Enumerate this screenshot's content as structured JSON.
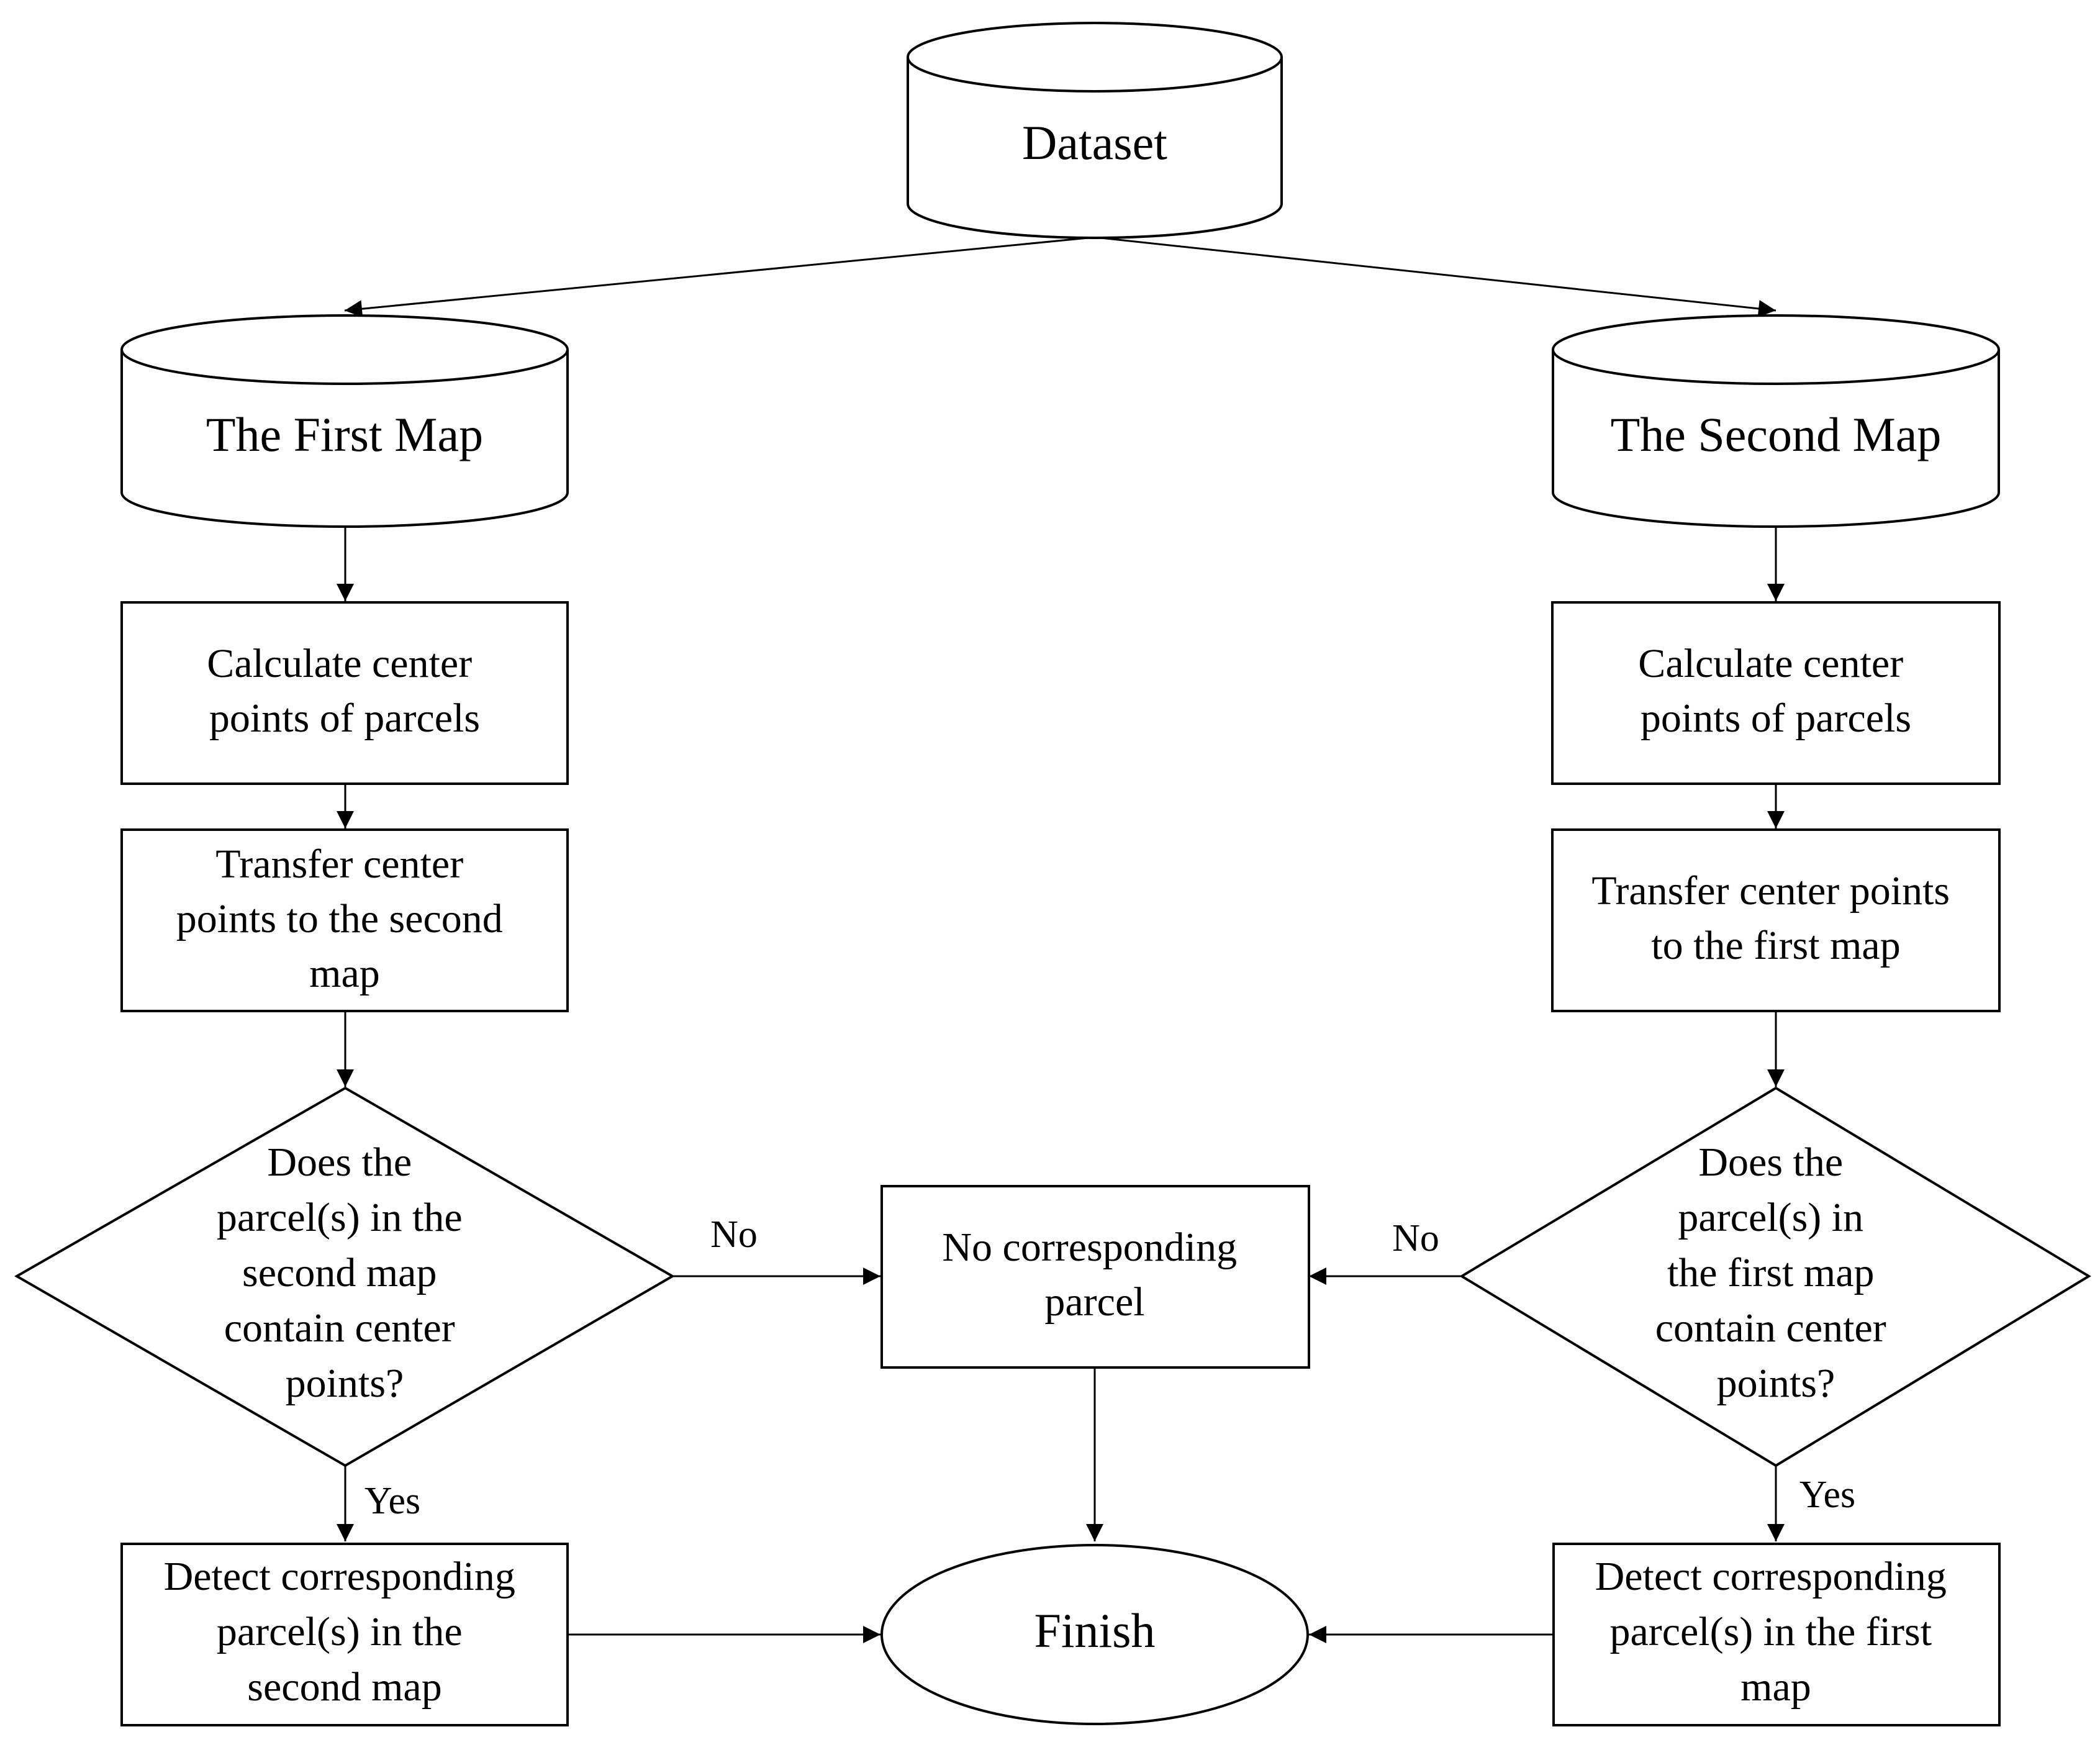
{
  "nodes": {
    "dataset": {
      "lines": [
        "Dataset"
      ]
    },
    "first_map": {
      "lines": [
        "The First Map"
      ]
    },
    "second_map": {
      "lines": [
        "The Second Map"
      ]
    },
    "calc_left": {
      "lines": [
        "Calculate center",
        "points of parcels"
      ]
    },
    "calc_right": {
      "lines": [
        "Calculate center",
        "points of parcels"
      ]
    },
    "transfer_left": {
      "lines": [
        "Transfer center",
        "points to the second",
        "map"
      ]
    },
    "transfer_right": {
      "lines": [
        "Transfer center points",
        "to the first map"
      ]
    },
    "decision_left": {
      "lines": [
        "Does the",
        "parcel(s) in the",
        "second map",
        "contain center",
        "points?"
      ]
    },
    "decision_right": {
      "lines": [
        "Does the",
        "parcel(s) in",
        "the first map",
        "contain center",
        "points?"
      ]
    },
    "no_corresponding": {
      "lines": [
        "No corresponding",
        "parcel"
      ]
    },
    "detect_left": {
      "lines": [
        "Detect corresponding",
        "parcel(s) in the",
        "second map"
      ]
    },
    "detect_right": {
      "lines": [
        "Detect corresponding",
        "parcel(s) in the first",
        "map"
      ]
    },
    "finish": {
      "lines": [
        "Finish"
      ]
    }
  },
  "edge_labels": {
    "left_no": "No",
    "right_no": "No",
    "left_yes": "Yes",
    "right_yes": "Yes"
  },
  "colors": {
    "stroke": "#000000",
    "fill": "#ffffff",
    "text": "#000000"
  }
}
